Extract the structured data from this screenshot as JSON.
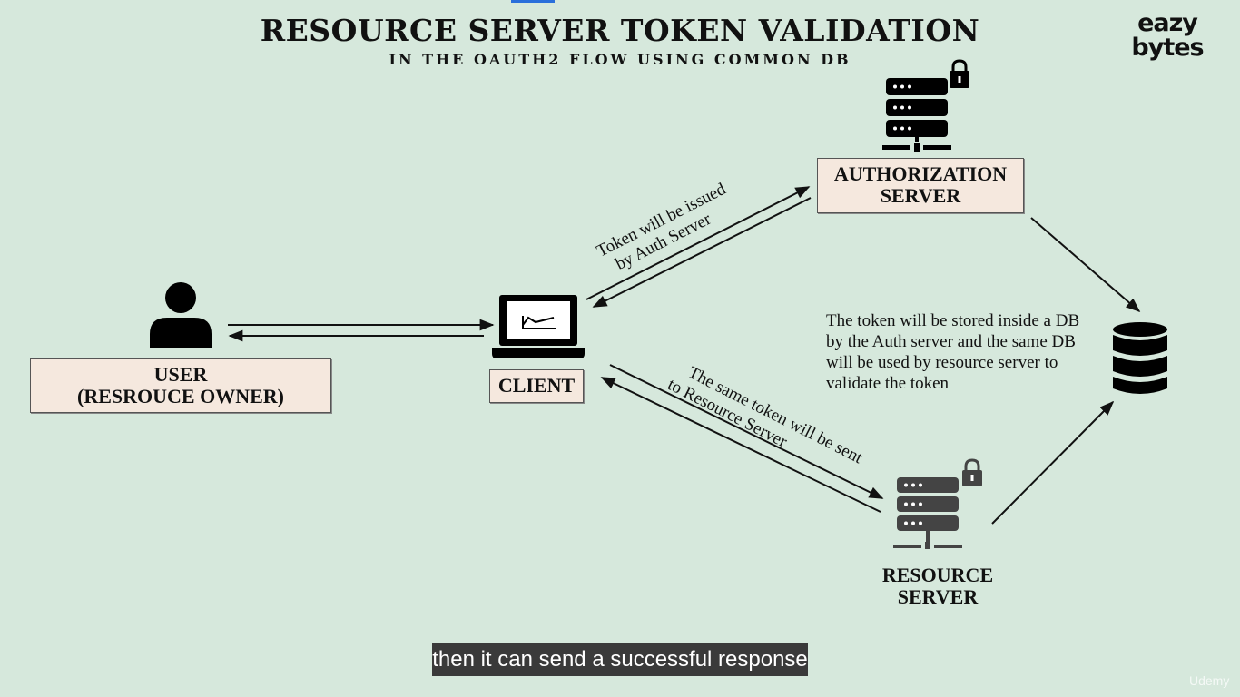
{
  "header": {
    "title": "RESOURCE SERVER TOKEN VALIDATION",
    "subtitle": "IN THE OAUTH2 FLOW USING COMMON DB",
    "logo_line1": "eazy",
    "logo_line2": "bytes"
  },
  "nodes": {
    "user": {
      "line1": "USER",
      "line2": "(RESROUCE OWNER)"
    },
    "client": {
      "label": "CLIENT"
    },
    "auth_server": {
      "line1": "AUTHORIZATION",
      "line2": "SERVER"
    },
    "resource_server": {
      "line1": "RESOURCE",
      "line2": "SERVER"
    }
  },
  "edge_labels": {
    "token_issued_line1": "Token will be issued",
    "token_issued_line2": "by Auth Server",
    "same_token_line1": "The same token will be sent",
    "same_token_line2": "to Resource Server"
  },
  "db_note": {
    "line1": "The token will be stored inside a DB",
    "line2": "by the Auth server  and the same DB",
    "line3": "will be used by resource server to",
    "line4": "validate the token"
  },
  "video": {
    "caption": "then it can send a successful response",
    "brand": "Udemy"
  }
}
